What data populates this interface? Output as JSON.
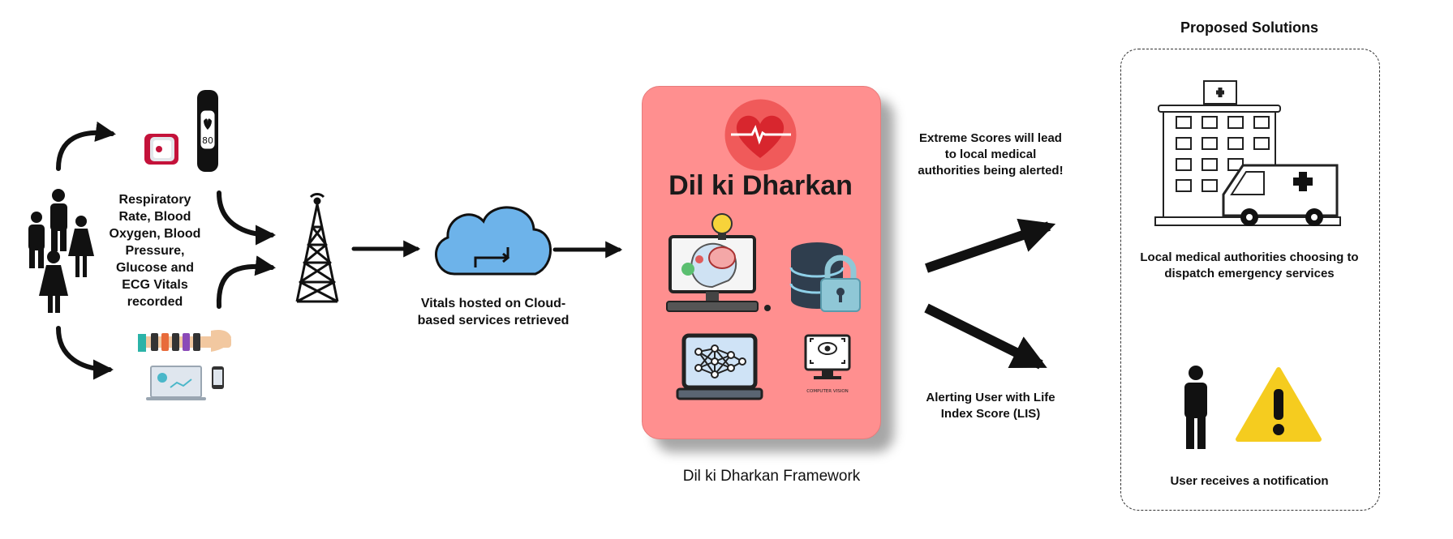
{
  "labels": {
    "vitals_recorded": "Respiratory Rate, Blood Oxygen, Blood Pressure, Glucose and ECG Vitals recorded",
    "cloud_caption": "Vitals hosted on Cloud-based services retrieved",
    "card_title": "Dil ki Dharkan",
    "framework_caption": "Dil ki Dharkan Framework",
    "extreme_scores": "Extreme Scores will lead to local medical authorities being alerted!",
    "alerting_user": "Alerting User with Life Index Score (LIS)",
    "solutions_title": "Proposed Solutions",
    "hospital_caption": "Local medical authorities choosing to dispatch emergency services",
    "user_caption": "User receives a notification",
    "watch_reading": "80",
    "cv_label": "COMPUTER VISION"
  },
  "colors": {
    "card": "#ff8f8f",
    "heart_bg": "#f05a5a",
    "heart": "#d8262e",
    "cloud": "#6db3ea",
    "warning": "#f5cc1f",
    "arrow": "#111111"
  },
  "icons": [
    "people-group-icon",
    "smartwatch-icon",
    "fitness-band-icon",
    "wearables-icon",
    "laptop-phone-icon",
    "cell-tower-icon",
    "cloud-sync-icon",
    "heartbeat-icon",
    "ai-brain-computer-icon",
    "database-lock-icon",
    "neural-network-laptop-icon",
    "computer-vision-icon",
    "hospital-icon",
    "ambulance-icon",
    "person-icon",
    "warning-icon"
  ]
}
